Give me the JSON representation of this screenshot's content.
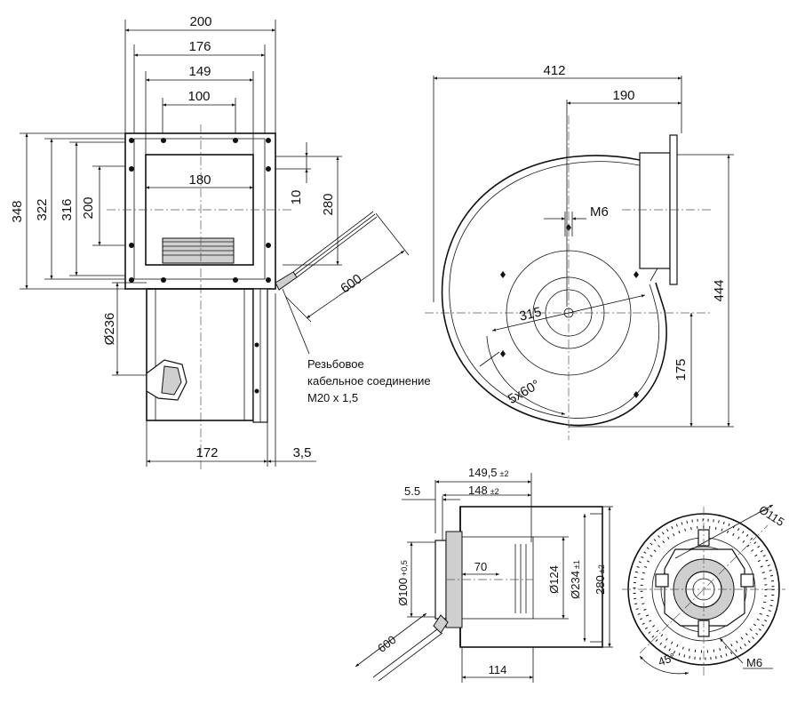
{
  "front_view": {
    "width_200": "200",
    "width_176": "176",
    "width_149": "149",
    "width_100": "100",
    "width_180": "180",
    "height_348": "348",
    "height_322": "322",
    "height_316": "316",
    "height_200": "200",
    "offset_10": "10",
    "height_280": "280",
    "cable_600": "600",
    "diameter_236": "Ø236",
    "depth_172": "172",
    "flange_3_5": "3,5"
  },
  "cable_note": {
    "line1": "Резьбовое",
    "line2": "кабельное соединение",
    "line3": "M20 x 1,5"
  },
  "side_view": {
    "width_412": "412",
    "width_190": "190",
    "thread_m6": "M6",
    "diameter_315": "315",
    "angle_5x60": "5x60°",
    "height_444": "444",
    "height_175": "175"
  },
  "motor_view": {
    "len_149_5": "149,5",
    "tol_149_5": "±2",
    "len_148": "148",
    "tol_148": "±2",
    "offset_5_5": "5.5",
    "len_70": "70",
    "diam_100": "Ø100",
    "tol_100": "+0,5",
    "diam_124": "Ø124",
    "diam_234": "Ø234",
    "tol_234": "±1",
    "height_280": "280",
    "tol_280": "±2",
    "cable_600": "600",
    "len_114": "114"
  },
  "impeller_view": {
    "diam_115": "Ø115",
    "angle_45": "45°",
    "thread_m6": "M6"
  }
}
